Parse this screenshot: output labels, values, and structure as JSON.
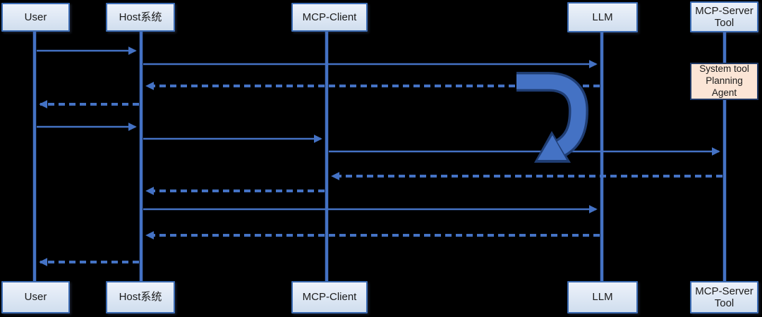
{
  "diagram": {
    "kind": "sequence-diagram",
    "colors": {
      "background": "#000000",
      "line_blue": "#4472c4",
      "arrow_outline": "#1f3d73",
      "actor_fill": "#dde7f4",
      "actor_border": "#3c6cb4",
      "agent_fill": "#fbe5d6",
      "agent_border": "#1f3864",
      "text": "#1b1b1b"
    },
    "actors": {
      "user": {
        "label": "User"
      },
      "host": {
        "label": "Host系统"
      },
      "mcp_client": {
        "label": "MCP-Client"
      },
      "llm": {
        "label": "LLM"
      },
      "mcp_server": {
        "label": "MCP-Server Tool"
      }
    },
    "agent_box": {
      "label": "System tool Planning Agent"
    },
    "icons": {
      "u_turn_arrow": "u-turn-arrow-icon"
    },
    "messages": [
      {
        "seq": 1,
        "from": "user",
        "to": "host",
        "style": "solid"
      },
      {
        "seq": 2,
        "from": "host",
        "to": "llm",
        "style": "solid"
      },
      {
        "seq": 3,
        "from": "llm",
        "to": "host",
        "style": "dashed"
      },
      {
        "seq": 4,
        "from": "host",
        "to": "user",
        "style": "dashed"
      },
      {
        "seq": 5,
        "from": "user",
        "to": "host",
        "style": "solid"
      },
      {
        "seq": 6,
        "from": "host",
        "to": "mcp_client",
        "style": "solid"
      },
      {
        "seq": 7,
        "from": "mcp_client",
        "to": "mcp_server",
        "style": "solid"
      },
      {
        "seq": 8,
        "from": "mcp_server",
        "to": "mcp_client",
        "style": "dashed"
      },
      {
        "seq": 9,
        "from": "mcp_client",
        "to": "host",
        "style": "dashed"
      },
      {
        "seq": 10,
        "from": "host",
        "to": "llm",
        "style": "solid"
      },
      {
        "seq": 11,
        "from": "llm",
        "to": "host",
        "style": "dashed"
      },
      {
        "seq": 12,
        "from": "host",
        "to": "user",
        "style": "dashed"
      }
    ]
  }
}
